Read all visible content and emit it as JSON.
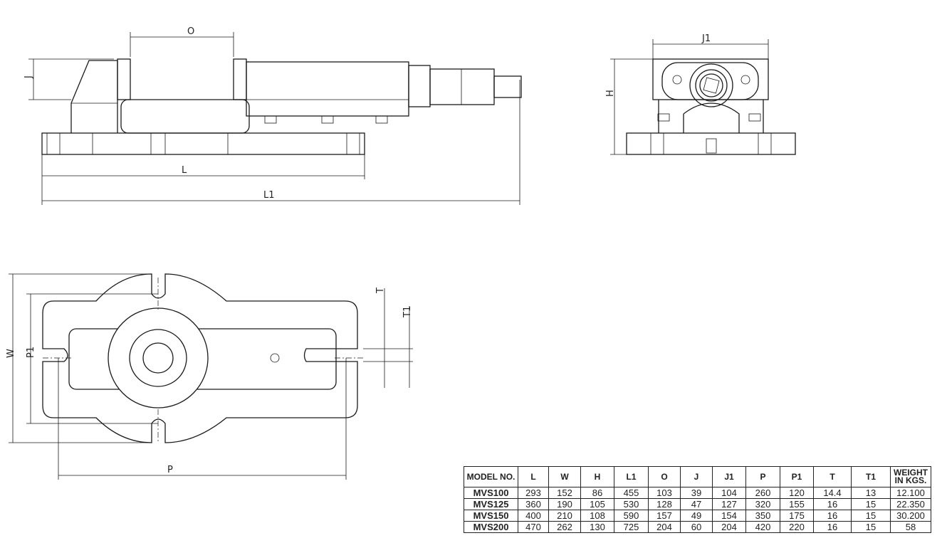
{
  "labels": {
    "O": "O",
    "J": "J",
    "L": "L",
    "L1": "L1",
    "J1": "J1",
    "H": "H",
    "W": "W",
    "P1": "P1",
    "P": "P",
    "T": "T",
    "T1": "T1"
  },
  "table": {
    "headers": [
      "MODEL NO.",
      "L",
      "W",
      "H",
      "L1",
      "O",
      "J",
      "J1",
      "P",
      "P1",
      "T",
      "T1",
      "WEIGHT IN KGS."
    ],
    "rows": [
      [
        "MVS100",
        "293",
        "152",
        "86",
        "455",
        "103",
        "39",
        "104",
        "260",
        "120",
        "14.4",
        "13",
        "12.100"
      ],
      [
        "MVS125",
        "360",
        "190",
        "105",
        "530",
        "128",
        "47",
        "127",
        "320",
        "155",
        "16",
        "15",
        "22.350"
      ],
      [
        "MVS150",
        "400",
        "210",
        "108",
        "590",
        "157",
        "49",
        "154",
        "350",
        "175",
        "16",
        "15",
        "30.200"
      ],
      [
        "MVS200",
        "470",
        "262",
        "130",
        "725",
        "204",
        "60",
        "204",
        "420",
        "220",
        "16",
        "15",
        "58"
      ]
    ]
  }
}
